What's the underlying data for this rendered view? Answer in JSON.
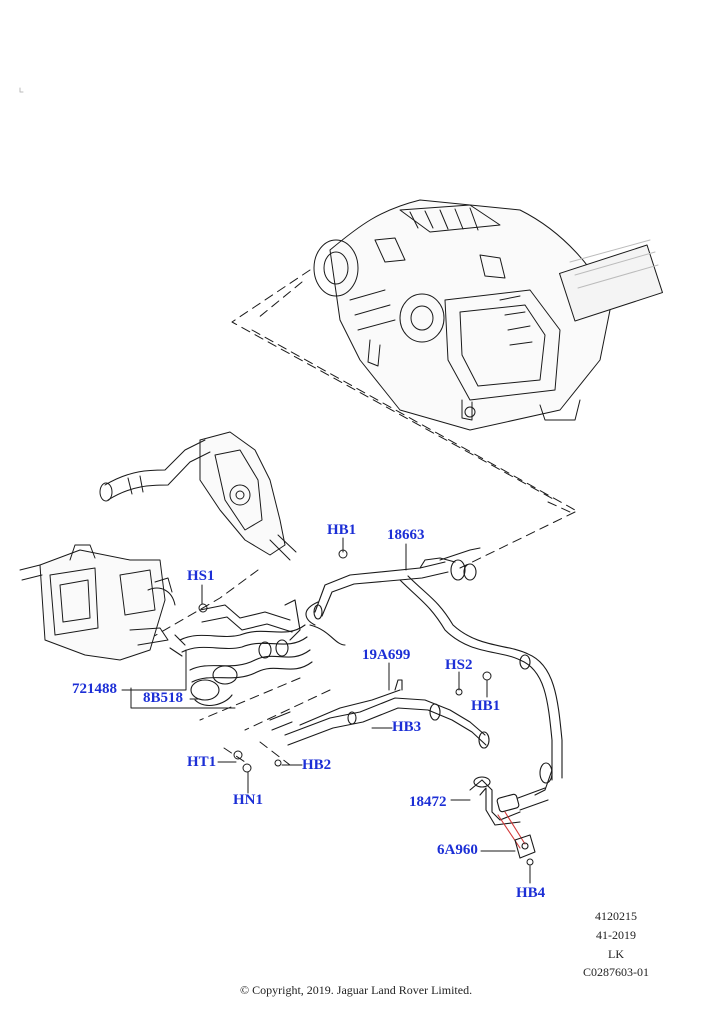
{
  "callouts": {
    "hb1_top": "HB1",
    "p18663": "18663",
    "hs1": "HS1",
    "p19a699": "19A699",
    "hs2": "HS2",
    "hb1_right": "HB1",
    "p721488": "721488",
    "p8b518": "8B518",
    "hb3": "HB3",
    "ht1": "HT1",
    "hb2": "HB2",
    "hn1": "HN1",
    "p18472": "18472",
    "p6a960": "6A960",
    "hb4": "HB4"
  },
  "meta": {
    "line1": "4120215",
    "line2": "41-2019",
    "line3": "LK",
    "line4": "C0287603-01"
  },
  "copyright": "© Copyright, 2019. Jaguar Land Rover Limited.",
  "colors": {
    "callout": "#1c2fd6",
    "linework": "#1a1a1a",
    "hose_highlight": "#d23a3a"
  }
}
